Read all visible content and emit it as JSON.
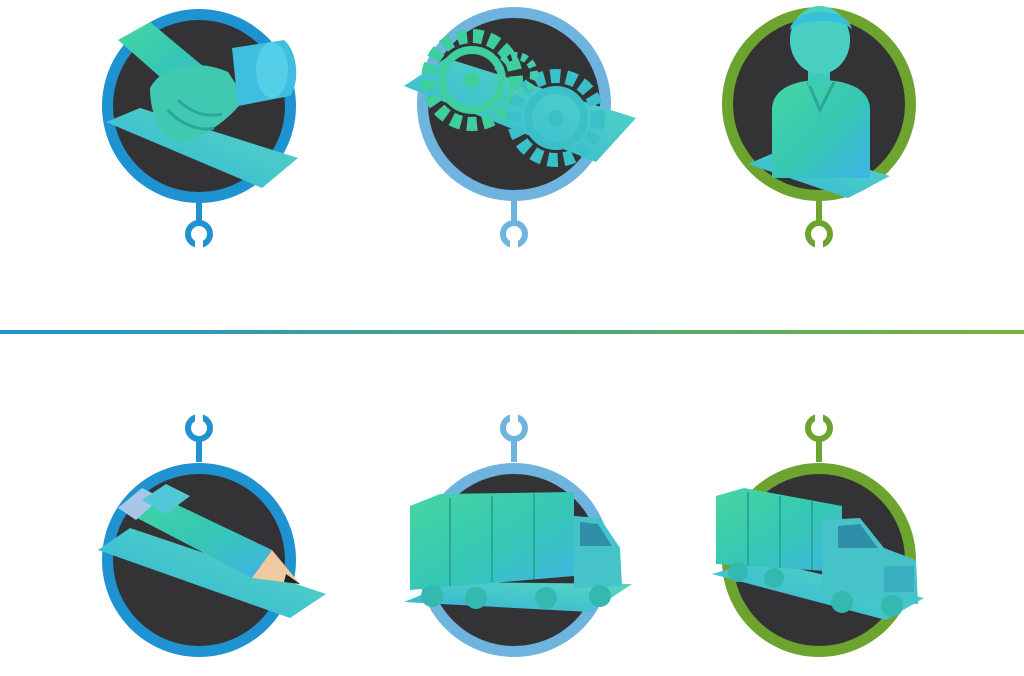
{
  "colors": {
    "background": "#ffffff",
    "blue_ring": "#1f93d1",
    "light_blue_ring": "#6fb3df",
    "green_ring": "#6da42f",
    "disc_dark": "#333336",
    "model_teal": "#35c7b5",
    "model_cyan": "#3fc4e3",
    "divider_start": "#1f93d1",
    "divider_end": "#79b33a"
  },
  "nodes": [
    {
      "id": "handshake",
      "icon": "handshake-icon",
      "ring": "blue_ring",
      "row": "top"
    },
    {
      "id": "gears",
      "icon": "gears-icon",
      "ring": "light_blue_ring",
      "row": "top"
    },
    {
      "id": "person",
      "icon": "person-bust-icon",
      "ring": "green_ring",
      "row": "top"
    },
    {
      "id": "pencil",
      "icon": "pencil-icon",
      "ring": "blue_ring",
      "row": "bottom"
    },
    {
      "id": "box-truck",
      "icon": "box-truck-icon",
      "ring": "light_blue_ring",
      "row": "bottom"
    },
    {
      "id": "semi-truck",
      "icon": "semi-truck-icon",
      "ring": "green_ring",
      "row": "bottom"
    }
  ]
}
